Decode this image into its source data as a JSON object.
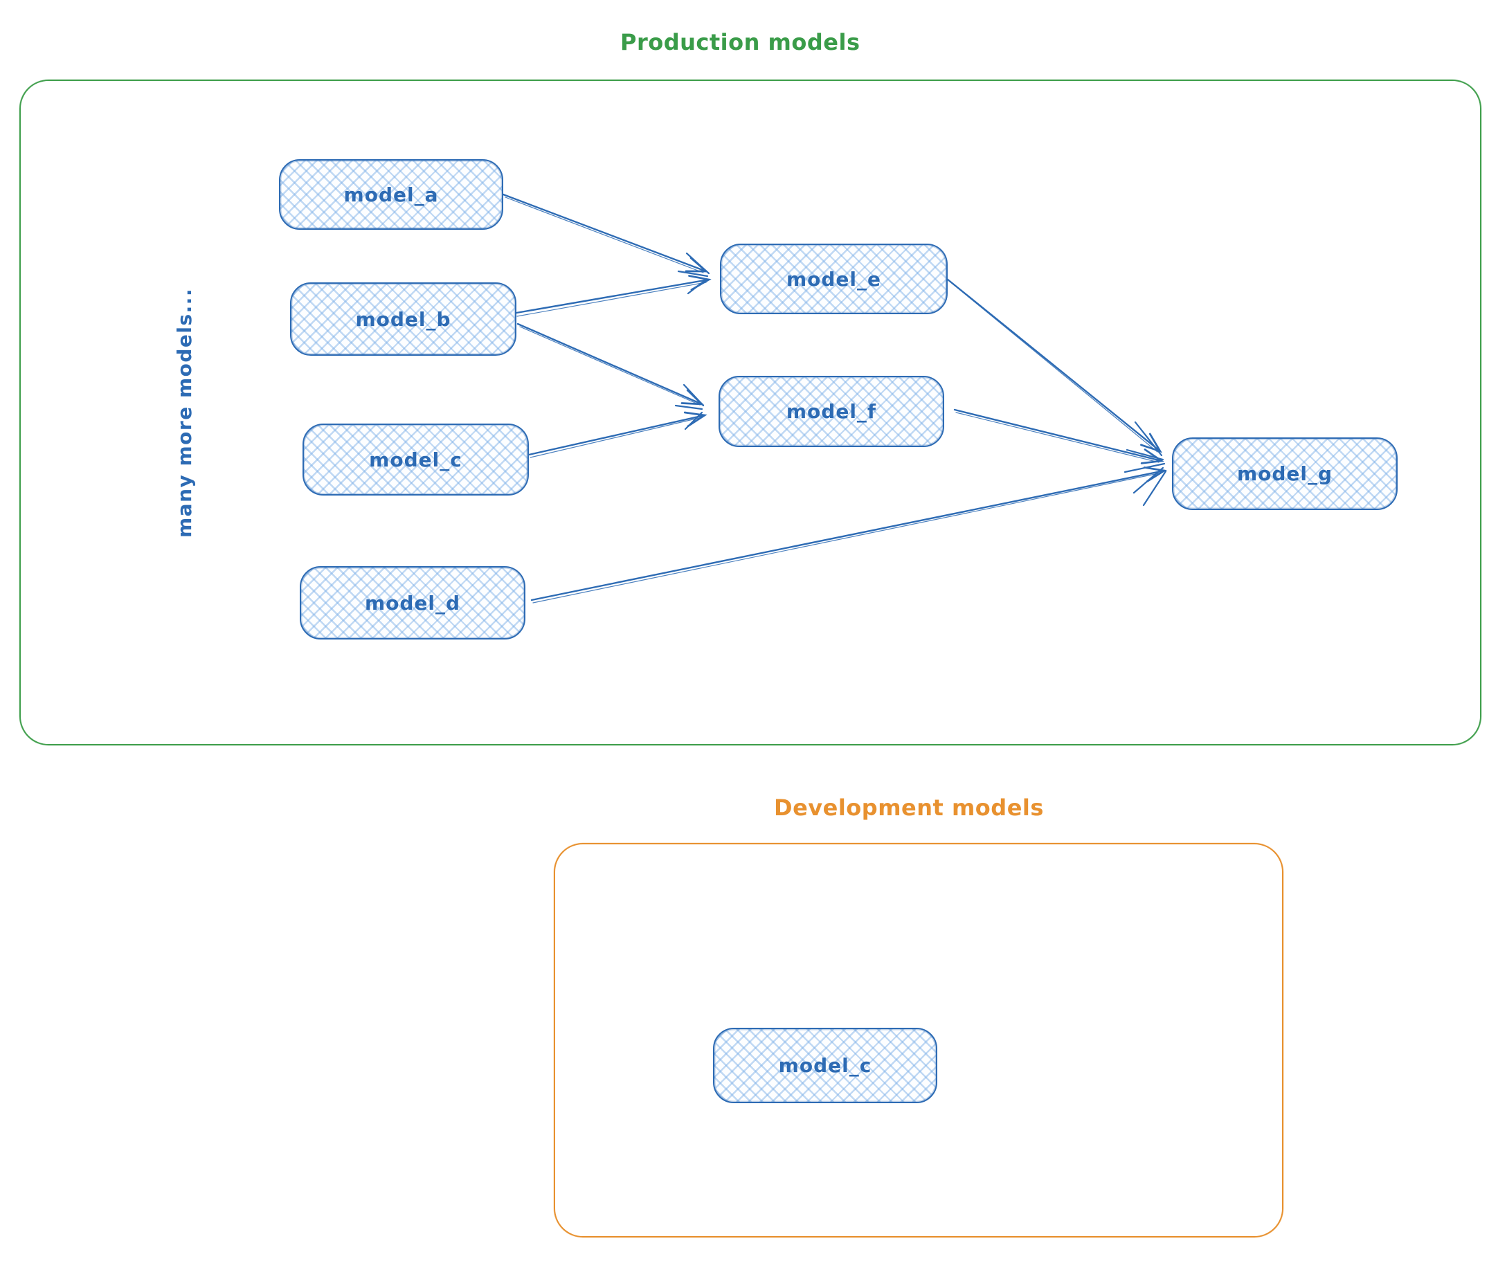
{
  "colors": {
    "frame_green": "#42a04e",
    "frame_orange": "#e8912f",
    "node_blue": "#2d6bb4",
    "node_hatch_fill": "#cfe3f7"
  },
  "production": {
    "title": "Production models",
    "side_note": "many more models...",
    "nodes": [
      {
        "id": "model_a",
        "label": "model_a"
      },
      {
        "id": "model_b",
        "label": "model_b"
      },
      {
        "id": "model_c",
        "label": "model_c"
      },
      {
        "id": "model_d",
        "label": "model_d"
      },
      {
        "id": "model_e",
        "label": "model_e"
      },
      {
        "id": "model_f",
        "label": "model_f"
      },
      {
        "id": "model_g",
        "label": "model_g"
      }
    ],
    "edges": [
      {
        "from": "model_a",
        "to": "model_e"
      },
      {
        "from": "model_b",
        "to": "model_e"
      },
      {
        "from": "model_b",
        "to": "model_f"
      },
      {
        "from": "model_c",
        "to": "model_f"
      },
      {
        "from": "model_e",
        "to": "model_g"
      },
      {
        "from": "model_f",
        "to": "model_g"
      },
      {
        "from": "model_d",
        "to": "model_g"
      }
    ]
  },
  "development": {
    "title": "Development models",
    "nodes": [
      {
        "id": "model_c_dev",
        "label": "model_c"
      }
    ]
  }
}
